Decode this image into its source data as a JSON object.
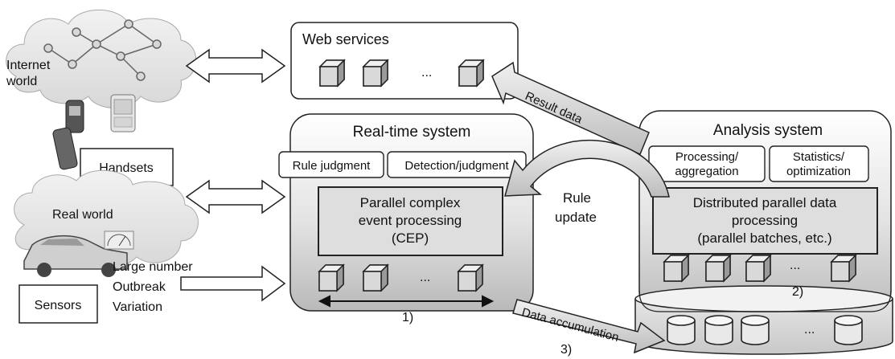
{
  "internet": {
    "line1": "Internet",
    "line2": "world"
  },
  "handsets": "Handsets",
  "real_world": "Real world",
  "sensors": "Sensors",
  "sensor_props": {
    "l1": "Large number",
    "l2": "Outbreak",
    "l3": "Variation"
  },
  "web_services": {
    "title": "Web services",
    "ellipsis": "..."
  },
  "realtime": {
    "title": "Real-time system",
    "rule_judgment": "Rule judgment",
    "detection": "Detection/judgment",
    "cep1": "Parallel complex",
    "cep2": "event processing",
    "cep3": "(CEP)",
    "ellipsis": "...",
    "marker": "1)"
  },
  "analysis": {
    "title": "Analysis system",
    "proc1": "Processing/",
    "proc2": "aggregation",
    "stat1": "Statistics/",
    "stat2": "optimization",
    "dist1": "Distributed parallel data",
    "dist2": "processing",
    "dist3": "(parallel batches, etc.)",
    "ellipsis": "...",
    "marker": "2)"
  },
  "storage": {
    "ellipsis": "..."
  },
  "result_data": "Result data",
  "rule_update": {
    "l1": "Rule",
    "l2": "update"
  },
  "data_accumulation": "Data accumulation",
  "marker3": "3)"
}
